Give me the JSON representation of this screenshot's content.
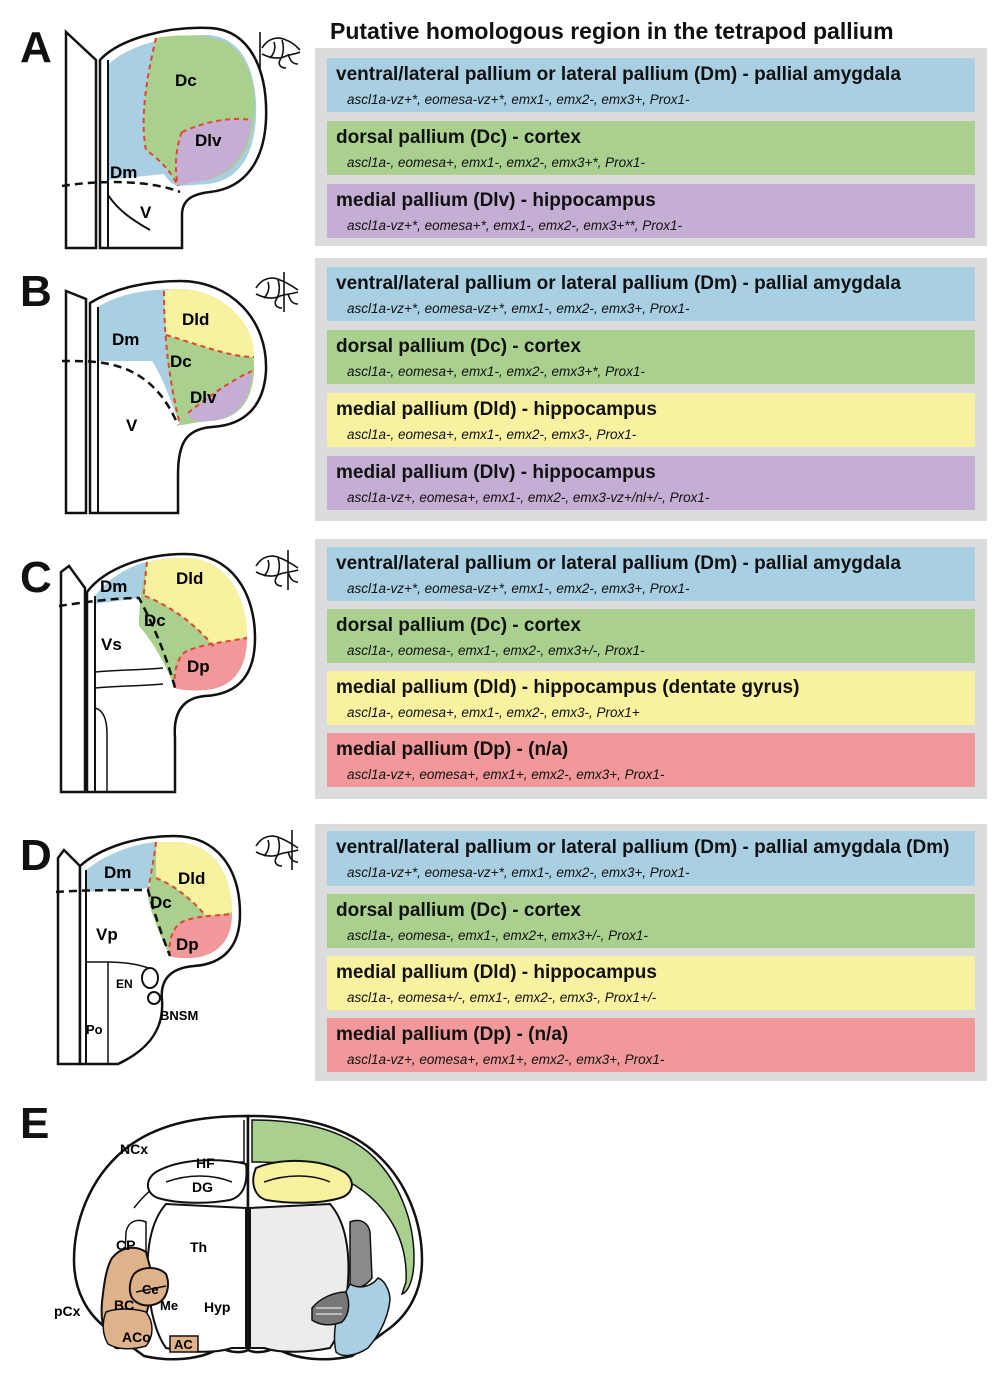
{
  "header": "Putative homologous region in the tetrapod pallium",
  "colors": {
    "blue": "#a9cfe3",
    "green": "#a9d08e",
    "purple": "#c4aed3",
    "yellow": "#f7f1a0",
    "red": "#f1999a",
    "tan": "#deb28a"
  },
  "panels": [
    {
      "letter": "A",
      "labels": {
        "dc": "Dc",
        "dlv": "Dlv",
        "dm": "Dm",
        "v": "V"
      },
      "rows": [
        {
          "title": "ventral/lateral pallium or lateral pallium (Dm) - pallial amygdala",
          "expr": "ascl1a-vz+*, eomesa-vz+*, emx1-, emx2-, emx3+, Prox1-",
          "color": "blue"
        },
        {
          "title": "dorsal pallium (Dc) - cortex",
          "expr": "ascl1a-, eomesa+, emx1-, emx2-, emx3+*, Prox1-",
          "color": "green"
        },
        {
          "title": "medial pallium (Dlv) - hippocampus",
          "expr": "ascl1a-vz+*, eomesa+*, emx1-, emx2-, emx3+**, Prox1-",
          "color": "purple"
        }
      ]
    },
    {
      "letter": "B",
      "labels": {
        "dm": "Dm",
        "dld": "Dld",
        "dc": "Dc",
        "dlv": "Dlv",
        "v": "V"
      },
      "rows": [
        {
          "title": "ventral/lateral pallium or lateral pallium (Dm) - pallial amygdala",
          "expr": "ascl1a-vz+*, eomesa-vz+*, emx1-, emx2-, emx3+, Prox1-",
          "color": "blue"
        },
        {
          "title": "dorsal pallium (Dc) - cortex",
          "expr": "ascl1a-, eomesa+, emx1-, emx2-, emx3+*, Prox1-",
          "color": "green"
        },
        {
          "title": "medial pallium (Dld) - hippocampus",
          "expr": "ascl1a-, eomesa+, emx1-, emx2-, emx3-, Prox1-",
          "color": "yellow"
        },
        {
          "title": "medial pallium (Dlv) - hippocampus",
          "expr": "ascl1a-vz+, eomesa+, emx1-, emx2-, emx3-vz+/nl+/-, Prox1-",
          "color": "purple"
        }
      ]
    },
    {
      "letter": "C",
      "labels": {
        "dm": "Dm",
        "dld": "Dld",
        "dc": "Dc",
        "vs": "Vs",
        "dp": "Dp"
      },
      "rows": [
        {
          "title": "ventral/lateral pallium or lateral pallium (Dm) - pallial amygdala",
          "expr": "ascl1a-vz+*, eomesa-vz+*, emx1-, emx2-, emx3+, Prox1-",
          "color": "blue"
        },
        {
          "title": "dorsal pallium (Dc) - cortex",
          "expr": "ascl1a-, eomesa-, emx1-, emx2-, emx3+/-, Prox1-",
          "color": "green"
        },
        {
          "title": "medial pallium (Dld) - hippocampus (dentate gyrus)",
          "expr": "ascl1a-, eomesa+, emx1-, emx2-, emx3-, Prox1+",
          "color": "yellow"
        },
        {
          "title": "medial pallium  (Dp) -  (n/a)",
          "expr": "ascl1a-vz+, eomesa+, emx1+, emx2-, emx3+, Prox1-",
          "color": "red"
        }
      ]
    },
    {
      "letter": "D",
      "labels": {
        "dm": "Dm",
        "dld": "Dld",
        "dc": "Dc",
        "vp": "Vp",
        "dp": "Dp",
        "en": "EN",
        "bnsm": "BNSM",
        "po": "Po"
      },
      "rows": [
        {
          "title": "ventral/lateral pallium or lateral pallium (Dm) - pallial amygdala  (Dm)",
          "expr": "ascl1a-vz+*, eomesa-vz+*, emx1-, emx2-, emx3+, Prox1-",
          "color": "blue"
        },
        {
          "title": "dorsal pallium (Dc) - cortex",
          "expr": "ascl1a-, eomesa-, emx1-, emx2+, emx3+/-, Prox1-",
          "color": "green"
        },
        {
          "title": "medial pallium (Dld) - hippocampus",
          "expr": "ascl1a-, eomesa+/-, emx1-, emx2-, emx3-, Prox1+/-",
          "color": "yellow"
        },
        {
          "title": "medial pallium (Dp) - (n/a)",
          "expr": "ascl1a-vz+, eomesa+, emx1+, emx2-, emx3+, Prox1-",
          "color": "red"
        }
      ]
    }
  ],
  "panelE": {
    "letter": "E",
    "labels": {
      "ncx": "NCx",
      "hf": "HF",
      "dg": "DG",
      "cp": "CP",
      "th": "Th",
      "pcx": "pCx",
      "bc": "BC",
      "ce": "Ce",
      "me": "Me",
      "hyp": "Hyp",
      "aco": "ACo",
      "ac": "AC"
    }
  }
}
